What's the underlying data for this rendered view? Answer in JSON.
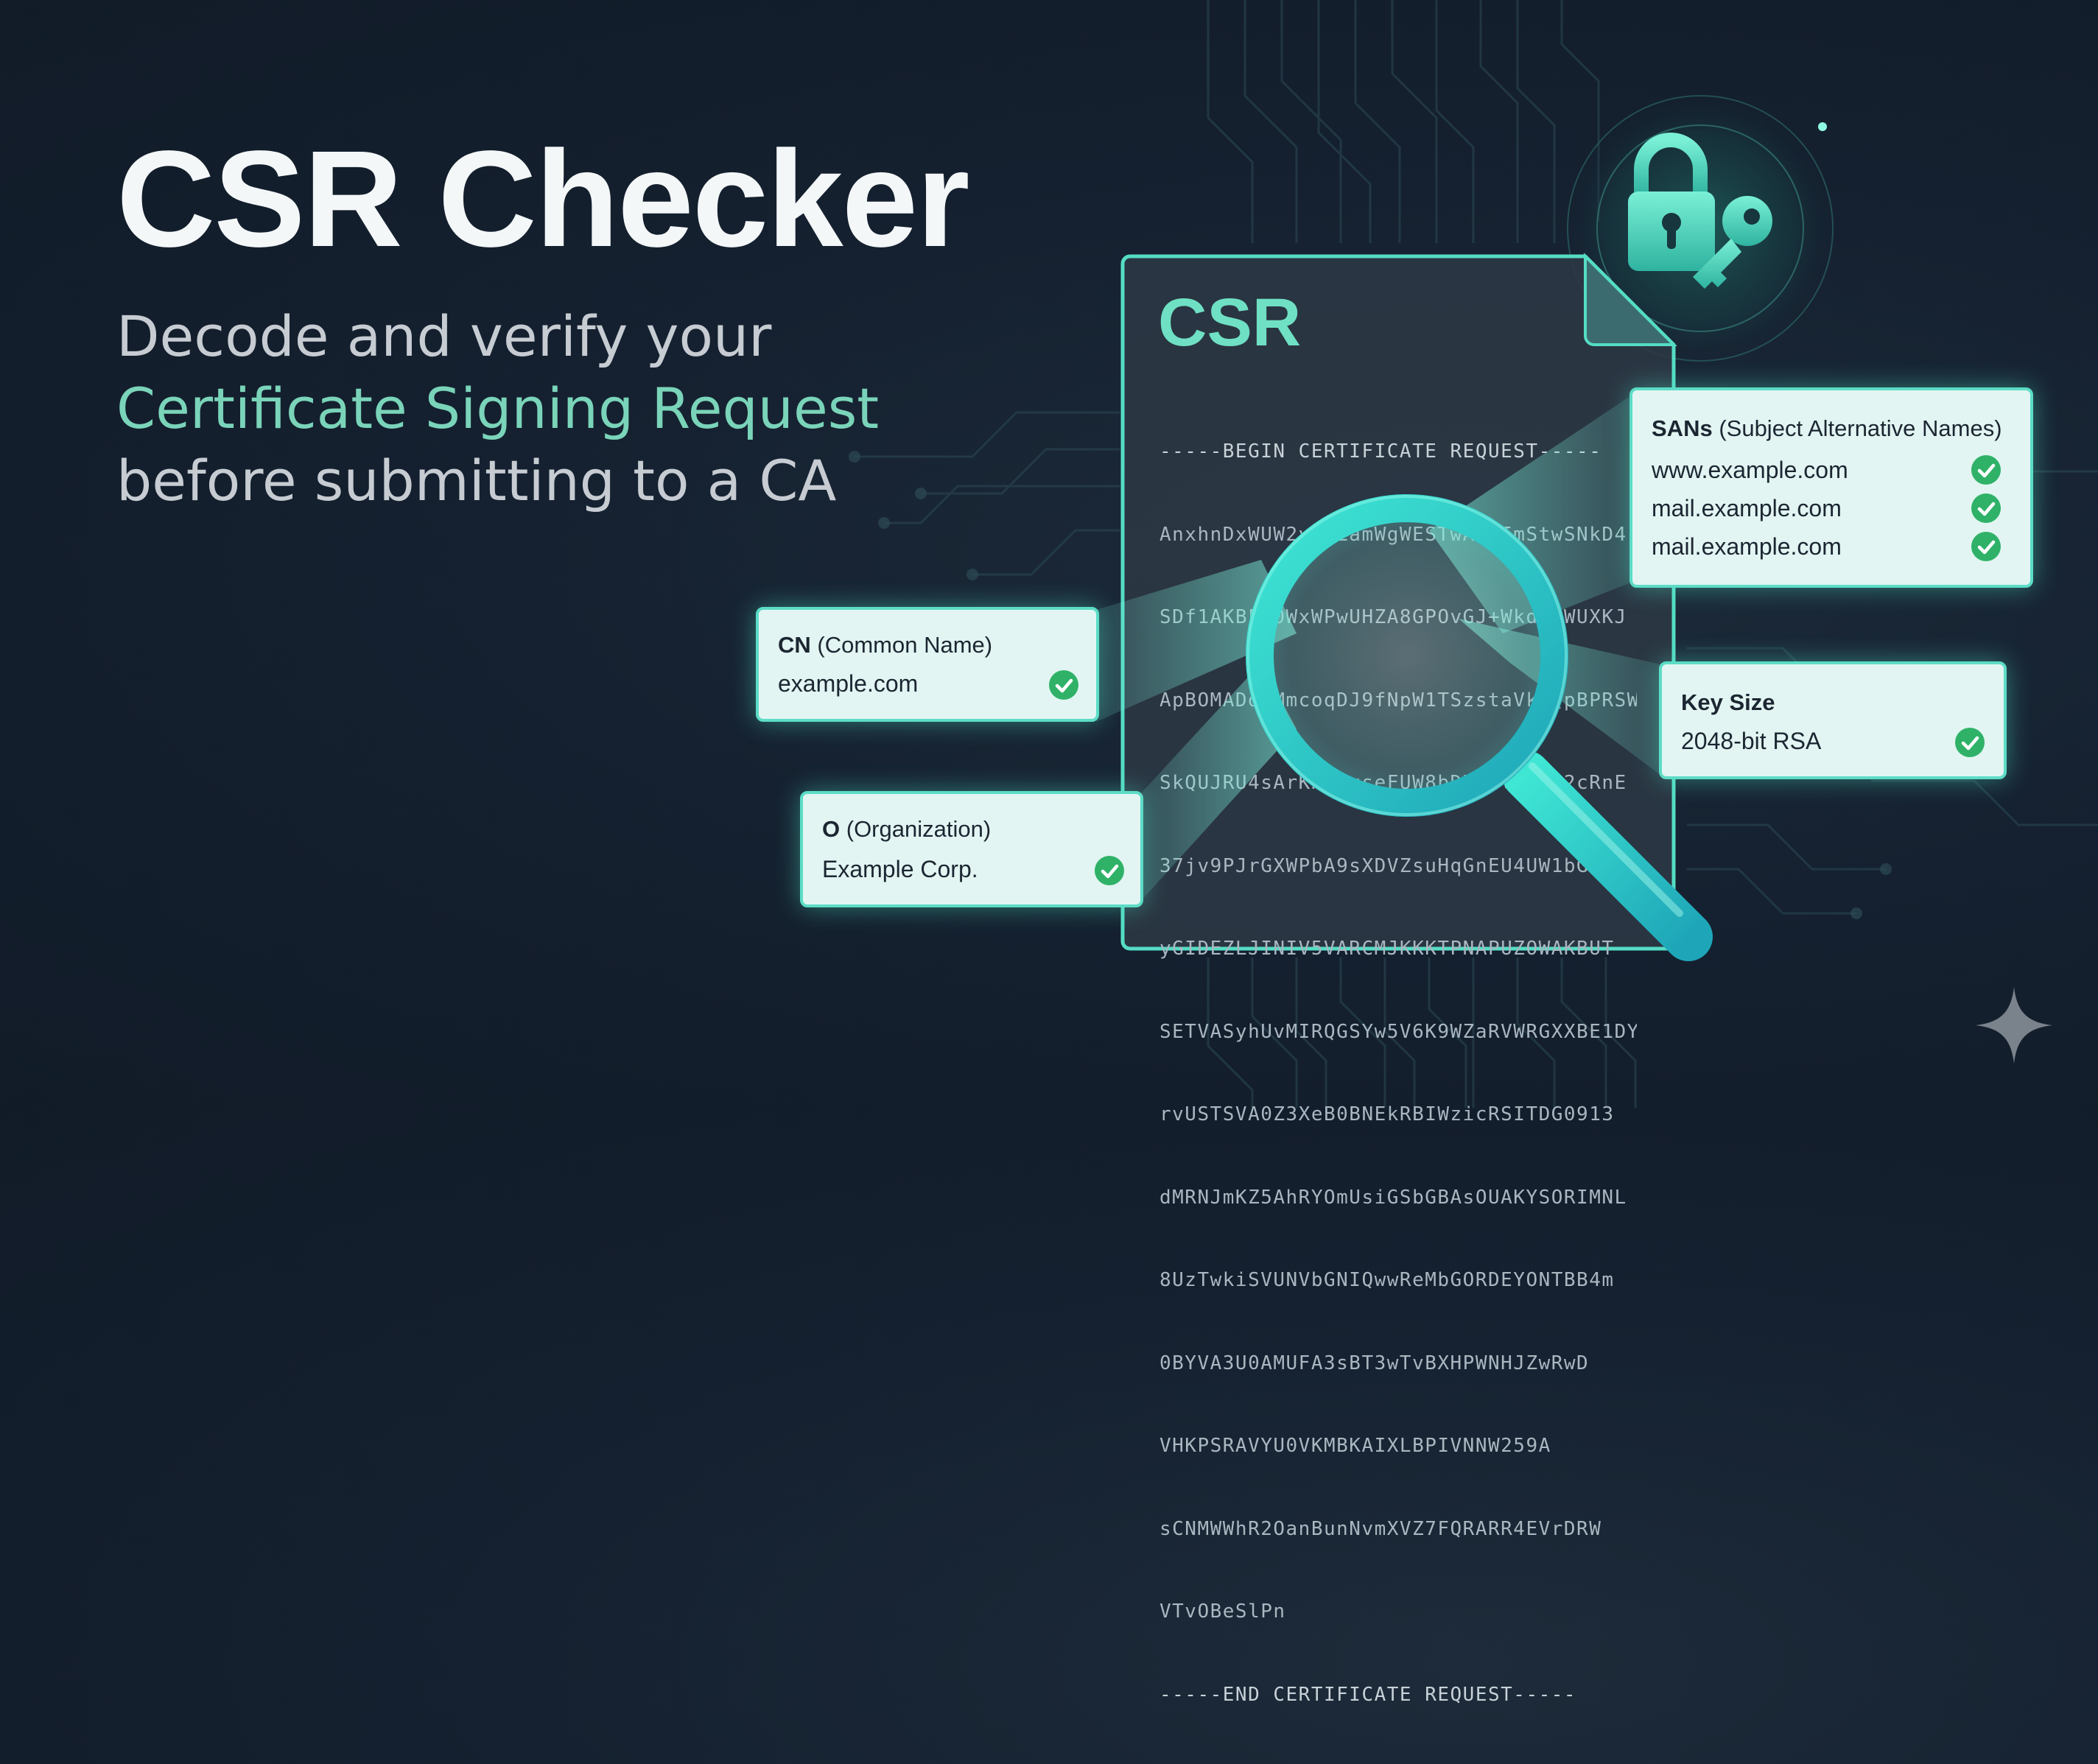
{
  "title": "CSR Checker",
  "subtitle": {
    "line1": "Decode and verify your",
    "line2": "Certificate Signing Request",
    "line3": "before submitting to a CA"
  },
  "document": {
    "label": "CSR",
    "begin_marker": "-----BEGIN CERTIFICATE REQUEST-----",
    "body_lines": [
      "AnxhnDxWUW2ymOLamWgWESTwAGmImStwSNkD4",
      "SDf1AKBFD0WxWPwUHZA8GPOvGJ+Wkd2dWUXKJ",
      "ApBOMADdzMmcoqDJ9fNpW1TSzstaVk8QpBPRSWU",
      "SkQUJRU4sArKKSwxseFUW8bDKmTtPeBA2cRnE",
      "37jv9PJrGXWPbA9sXDVZsuHqGnEU4UW1bGKJ",
      "yGIDEZLJINIV5VARCMJKKKTPNAPUZOWAKBUT",
      "SETVASyhUvMIRQGSYw5V6K9WZaRVWRGXXBE1DY",
      "rvUSTSVA0Z3XeB0BNEkRBIWzicRSITDG0913",
      "dMRNJmKZ5AhRYOmUsiGSbGBAsOUAKYSORIMNL",
      "8UzTwkiSVUNVbGNIQwwReMbGORDEYONTBB4m",
      "0BYVA3U0AMUFA3sBT3wTvBXHPWNHJZwRwD",
      "VHKPSRAVYU0VKMBKAIXLBPIVNNW259A",
      "sCNMWWhR2OanBunNvmXVZ7FQRARR4EVrDRW",
      "VTvOBeSlPn"
    ],
    "end_marker": "-----END CERTIFICATE REQUEST-----"
  },
  "cards": {
    "cn": {
      "key": "CN",
      "desc": "(Common Name)",
      "value": "example.com"
    },
    "org": {
      "key": "O",
      "desc": "(Organization)",
      "value": "Example Corp."
    },
    "sans": {
      "key": "SANs",
      "desc": "(Subject Alternative Names)",
      "values": [
        "www.example.com",
        "mail.example.com",
        "mail.example.com"
      ]
    },
    "keysize": {
      "key": "Key Size",
      "value": "2048-bit RSA"
    }
  },
  "icons": [
    "lock-icon",
    "key-icon",
    "magnifier-icon",
    "check-icon",
    "sparkle-icon"
  ],
  "colors": {
    "background": "#152130",
    "accent": "#6fe0c4",
    "subtitle_accent": "#7ad4b9",
    "card_bg": "#e2f5f2",
    "check": "#2fb268"
  }
}
